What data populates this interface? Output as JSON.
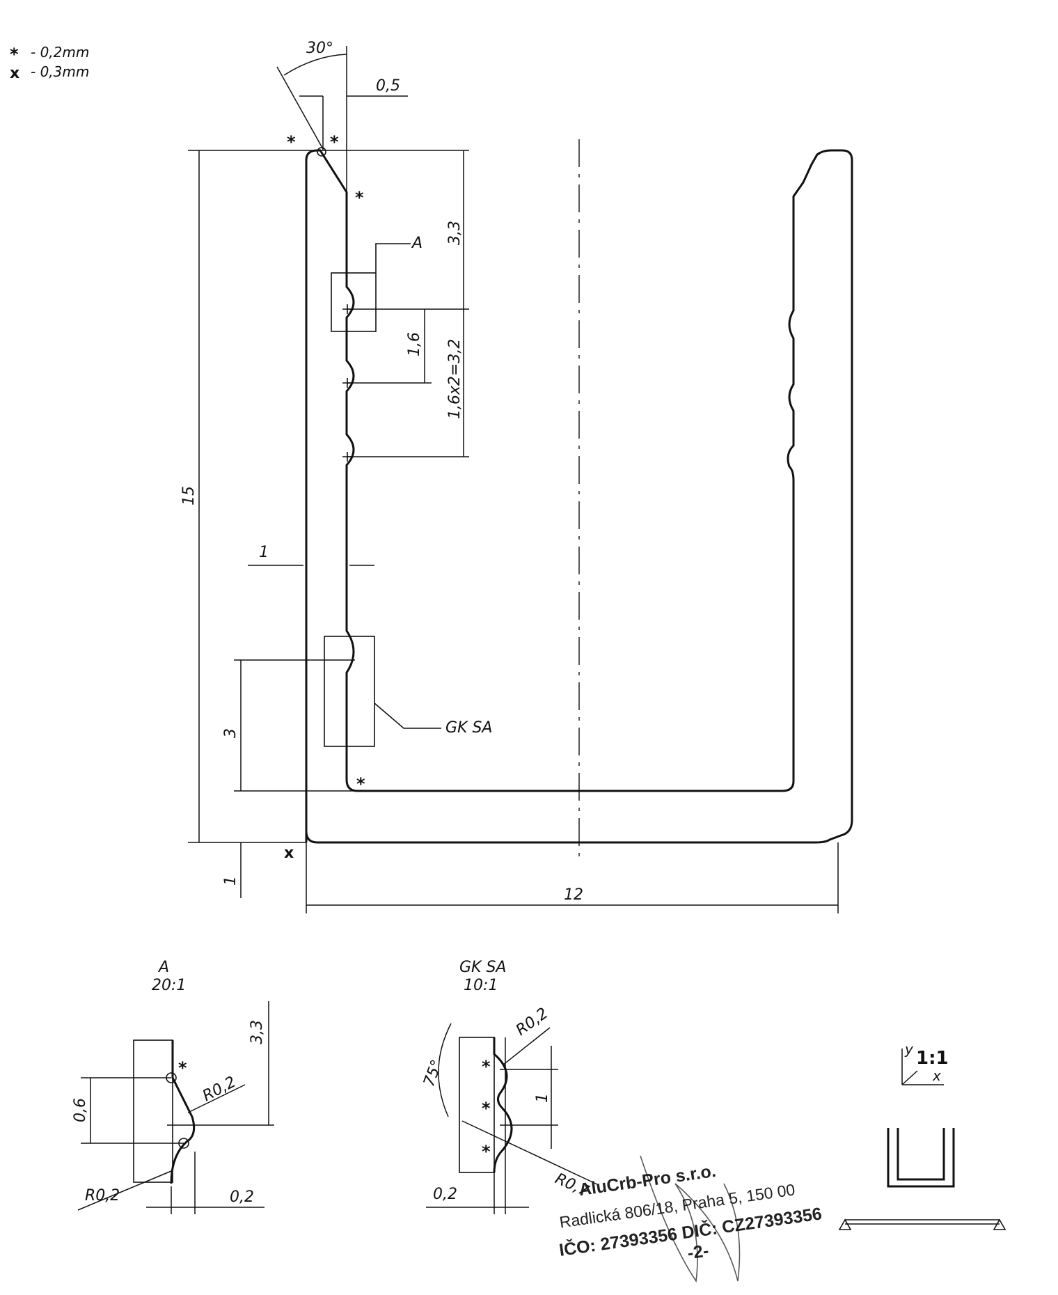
{
  "legend": {
    "star_symbol": "*",
    "star_text": "- 0,2mm",
    "x_symbol": "x",
    "x_text": "- 0,3mm"
  },
  "dimensions": {
    "angle_top": "30°",
    "gap_top": "0,5",
    "height_33": "3,3",
    "pitch_16": "1,6",
    "pitch_total": "1,6x2=3,2",
    "height_15": "15",
    "wall_1": "1",
    "height_3": "3",
    "base_1": "1",
    "width_12": "12"
  },
  "callouts": {
    "detail_a_label": "A",
    "detail_gk_label": "GK SA"
  },
  "detail_a": {
    "title": "A",
    "scale": "20:1",
    "dim_33": "3,3",
    "dim_06": "0,6",
    "radius_top": "R0,2",
    "radius_bottom": "R0,2",
    "dim_02": "0,2"
  },
  "detail_gk": {
    "title": "GK SA",
    "scale": "10:1",
    "angle": "75°",
    "radius_top": "R0,2",
    "dim_1": "1",
    "radius_bottom": "R0,7",
    "dim_02": "0,2"
  },
  "symbols": {
    "star": "*",
    "x_mark": "x"
  },
  "scale_box": {
    "scale": "1:1",
    "axis_y": "y",
    "axis_x": "x"
  },
  "stamp": {
    "company": "AluCrb-Pro s.r.o.",
    "address": "Radlická 806/18, Praha 5, 150 00",
    "ids": "IČO: 27393356 DIČ: CZ27393356",
    "number": "-2-"
  }
}
